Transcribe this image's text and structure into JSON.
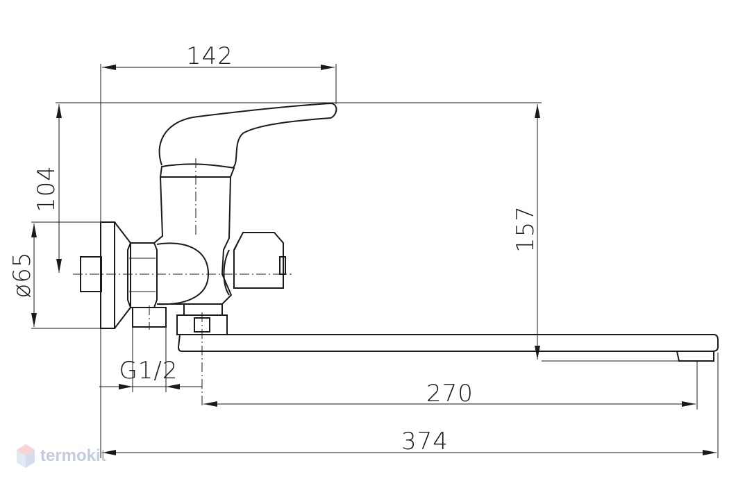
{
  "dimensions": {
    "overall_height": "142",
    "handle_height": "104",
    "flange_diameter": "ø65",
    "thread": "G1/2",
    "spout_height": "157",
    "spout_reach": "270",
    "total_length": "374"
  },
  "watermark": {
    "text": "termokit",
    "icon": "termokit-logo-icon"
  },
  "colors": {
    "line": "#1a1a1a",
    "watermark": "#7a8fb0"
  }
}
